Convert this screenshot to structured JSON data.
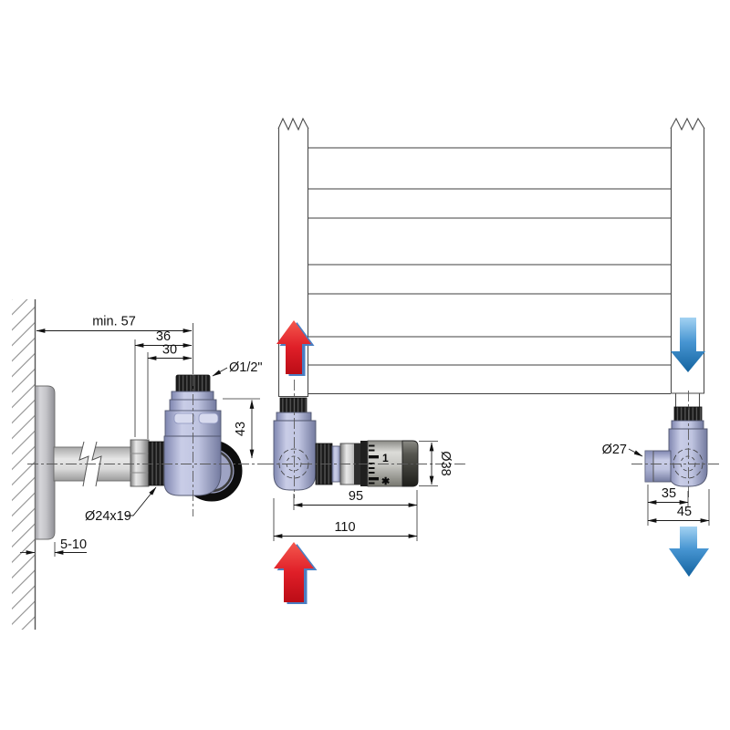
{
  "diagram": {
    "kind": "technical installation drawing",
    "subject": "corner thermostatic radiator valve set mounted on towel-rail radiator",
    "flow": {
      "supply_arrow": {
        "icon": "red-up-arrow",
        "direction": "up",
        "color": "#e01f28"
      },
      "return_arrow": {
        "icon": "blue-down-arrow",
        "direction": "down",
        "color": "#2d7fc1"
      }
    },
    "radiator": {
      "rung_lines": 8,
      "rails": 2
    }
  },
  "dims": {
    "min57": "min. 57",
    "d36": "36",
    "d30": "30",
    "thread_label": "Ø1/2\"",
    "d43": "43",
    "nut_label": "Ø24x19",
    "plate_gap": "5-10",
    "d95": "95",
    "d110": "110",
    "head_dia": "Ø38",
    "head_scale_1": "1",
    "head_scale_frost": "✱",
    "tail_dia": "Ø27",
    "d35": "35",
    "d45": "45"
  },
  "colors": {
    "valve_body": "#bfc4e0",
    "valve_shade": "#7f86b0",
    "pipe": "#d9d9d9",
    "thread_dark": "#1a1a1a",
    "head_body": "#c4c4c0",
    "head_cap": "#2e2e2a",
    "supply_red": "#e01f28",
    "return_blue": "#2d7fc1",
    "line": "#1c1c1c"
  }
}
